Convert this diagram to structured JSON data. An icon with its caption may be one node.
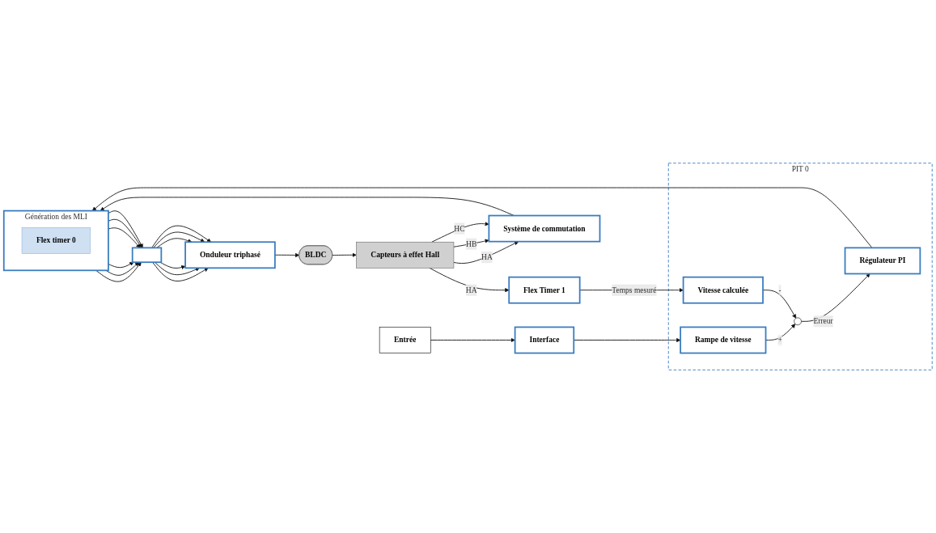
{
  "diagram": {
    "nodes": [
      {
        "text": [
          "Génération des MLI"
        ]
      },
      {
        "text": [
          "Flex timer 0"
        ],
        "in": 0
      },
      {
        "text": [],
        "shape": "box"
      },
      {
        "text": [
          "Onduleur triphasé"
        ]
      },
      {
        "text": [
          "Entrée"
        ]
      },
      {
        "text": [
          "Interface"
        ]
      },
      {
        "text": [
          "PIT 0"
        ]
      },
      {
        "text": [
          "Rampe de vitesse"
        ],
        "in": 6
      },
      {
        "text": [
          "BLDC"
        ]
      },
      {
        "text": [],
        "shape": "circle",
        "in": 6
      },
      {
        "text": [
          "Régulateur PI"
        ],
        "in": 6
      },
      {
        "text": [
          "Système de commutation"
        ]
      },
      {
        "text": [
          "Capteurs à effet Hall"
        ]
      },
      {
        "text": [
          "Vitesse calculée"
        ],
        "in": 6
      },
      {
        "text": [
          "Flex Timer 1"
        ]
      }
    ],
    "edges": [
      {
        "from": 0,
        "to": 2,
        "arrow": "to"
      },
      {
        "from": 0,
        "to": 2,
        "arrow": "to"
      },
      {
        "from": 0,
        "to": 2,
        "arrow": "to"
      },
      {
        "from": 0,
        "to": 2,
        "arrow": "to"
      },
      {
        "from": 0,
        "to": 2,
        "arrow": "to"
      },
      {
        "from": 0,
        "to": 2,
        "arrow": "to"
      },
      {
        "from": 2,
        "to": 3,
        "arrow": "to"
      },
      {
        "from": 2,
        "to": 3,
        "arrow": "to"
      },
      {
        "from": 2,
        "to": 3,
        "arrow": "to"
      },
      {
        "from": 2,
        "to": 3,
        "arrow": "to"
      },
      {
        "from": 2,
        "to": 3,
        "arrow": "to"
      },
      {
        "from": 2,
        "to": 3,
        "arrow": "to"
      },
      {
        "from": 3,
        "to": 8,
        "arrow": "to"
      },
      {
        "from": 8,
        "to": 12,
        "arrow": "to"
      },
      {
        "from": 12,
        "to": 11,
        "label": "HA",
        "arrow": "to"
      },
      {
        "from": 12,
        "to": 11,
        "label": "HB",
        "arrow": "to"
      },
      {
        "from": 12,
        "to": 11,
        "label": "HC",
        "arrow": "to"
      },
      {
        "from": 11,
        "to": 0,
        "arrow": "to"
      },
      {
        "from": 10,
        "to": 0,
        "arrow": "to"
      },
      {
        "from": 4,
        "to": 5,
        "arrow": "to"
      },
      {
        "from": 5,
        "to": 7,
        "arrow": "to"
      },
      {
        "from": 7,
        "to": 9,
        "label": "+",
        "arrow": "to"
      },
      {
        "from": 9,
        "to": 10,
        "label": "Erreur",
        "arrow": "to"
      },
      {
        "from": 12,
        "to": 14,
        "label": "HA",
        "arrow": "to"
      },
      {
        "from": 14,
        "to": 13,
        "label": "Temps mesuré",
        "arrow": "to"
      },
      {
        "from": 13,
        "to": 9,
        "label": "-",
        "arrow": "to"
      }
    ]
  }
}
